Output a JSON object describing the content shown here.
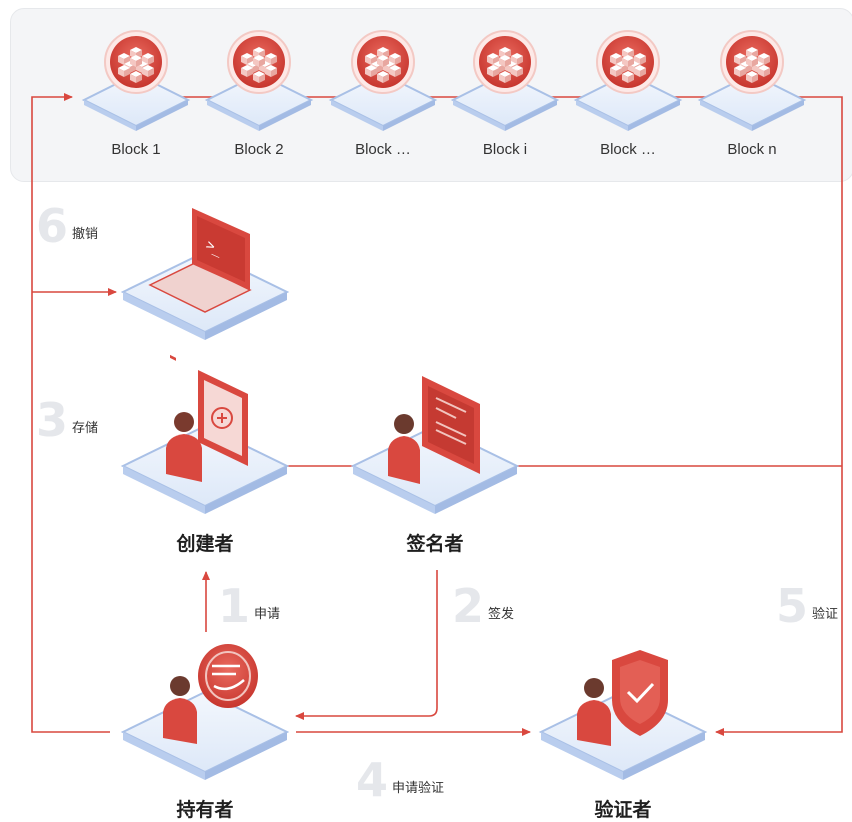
{
  "chain": {
    "blocks": [
      "Block 1",
      "Block 2",
      "Block …",
      "Block i",
      "Block …",
      "Block n"
    ]
  },
  "roles": {
    "creator": "创建者",
    "signer": "签名者",
    "holder": "持有者",
    "verifier": "验证者"
  },
  "steps": {
    "apply": {
      "num": "1",
      "text": "申请"
    },
    "issue": {
      "num": "2",
      "text": "签发"
    },
    "store": {
      "num": "3",
      "text": "存储"
    },
    "request": {
      "num": "4",
      "text": "申请验证"
    },
    "verify": {
      "num": "5",
      "text": "验证"
    },
    "revoke": {
      "num": "6",
      "text": "撤销"
    }
  },
  "colors": {
    "accent": "#d9483f",
    "accent_dark": "#b8322b",
    "platform_top": "#e9f0fb",
    "platform_edge": "#a9c0e6",
    "panel": "#f4f5f7"
  },
  "icons": {
    "block": "cube-stack-icon",
    "laptop": "laptop-terminal-icon",
    "creator": "person-tablet-plus-icon",
    "signer": "person-document-icon",
    "holder": "person-hand-coin-icon",
    "verifier": "person-shield-check-icon"
  }
}
